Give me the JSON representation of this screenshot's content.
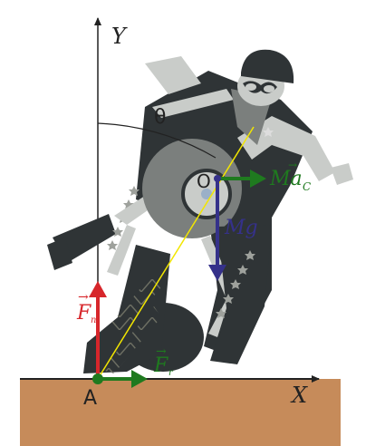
{
  "labels": {
    "y_axis": "Y",
    "x_axis": "X",
    "angle": "θ",
    "contact_point": "A",
    "center_of_mass": "O",
    "force_normal": "F",
    "force_normal_sub": "n",
    "force_friction": "F",
    "force_friction_sub": "r",
    "inertial_force": "Ma",
    "inertial_force_sub": "C",
    "weight": "Mg"
  },
  "colors": {
    "ground": "#c68b5a",
    "axis": "#222222",
    "force_normal": "#d7262b",
    "force_friction": "#1f7a1f",
    "inertial_force": "#1f7a1f",
    "weight": "#35318a",
    "lean_line": "#f2e600",
    "rider_dark": "#2f3436",
    "rider_light": "#c9ccc9",
    "rider_mid": "#7b7f7d"
  }
}
